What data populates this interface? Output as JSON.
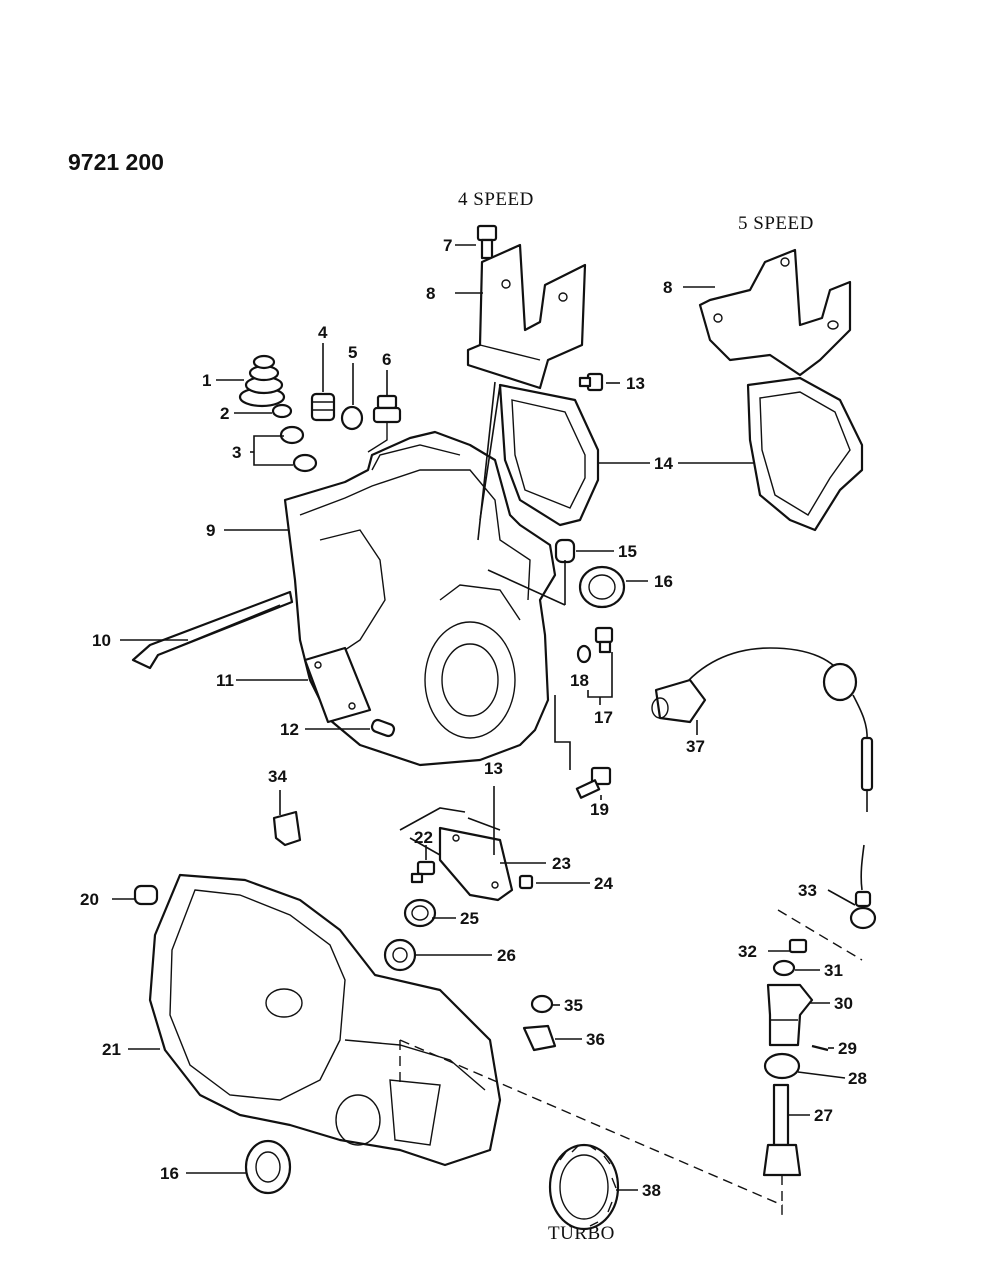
{
  "diagram_number": "9721 200",
  "variants": {
    "four_speed": "4 SPEED",
    "five_speed": "5 SPEED",
    "turbo": "TURBO"
  },
  "callouts": {
    "p1": "1",
    "p2": "2",
    "p3": "3",
    "p4": "4",
    "p5": "5",
    "p6": "6",
    "p7": "7",
    "p8a": "8",
    "p8b": "8",
    "p9": "9",
    "p10": "10",
    "p11": "11",
    "p12": "12",
    "p13a": "13",
    "p13b": "13",
    "p14": "14",
    "p15": "15",
    "p16a": "16",
    "p16b": "16",
    "p17": "17",
    "p18": "18",
    "p19": "19",
    "p20": "20",
    "p21": "21",
    "p22": "22",
    "p23": "23",
    "p24": "24",
    "p25": "25",
    "p26": "26",
    "p27": "27",
    "p28": "28",
    "p29": "29",
    "p30": "30",
    "p31": "31",
    "p32": "32",
    "p33": "33",
    "p34": "34",
    "p35": "35",
    "p36": "36",
    "p37": "37",
    "p38": "38"
  }
}
